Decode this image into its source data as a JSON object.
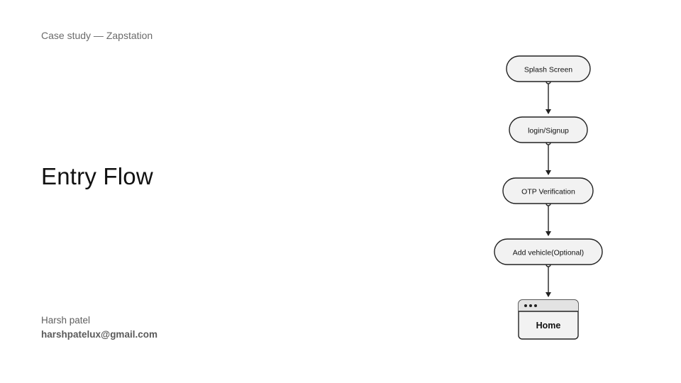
{
  "header": {
    "case_study": "Case study — Zapstation"
  },
  "title": "Entry Flow",
  "author": {
    "name": "Harsh patel",
    "email": "harshpatelux@gmail.com"
  },
  "flow": {
    "nodes": [
      {
        "id": "splash",
        "label": "Splash Screen",
        "shape": "pill"
      },
      {
        "id": "login",
        "label": "login/Signup",
        "shape": "pill"
      },
      {
        "id": "otp",
        "label": "OTP Verification",
        "shape": "pill"
      },
      {
        "id": "vehicle",
        "label": "Add vehicle(Optional)",
        "shape": "pill"
      },
      {
        "id": "home",
        "label": "Home",
        "shape": "window"
      }
    ],
    "edges": [
      {
        "from": "splash",
        "to": "login"
      },
      {
        "from": "login",
        "to": "otp"
      },
      {
        "from": "otp",
        "to": "vehicle"
      },
      {
        "from": "vehicle",
        "to": "home"
      }
    ],
    "colors": {
      "node_fill": "#f2f2f2",
      "stroke": "#222222"
    }
  }
}
